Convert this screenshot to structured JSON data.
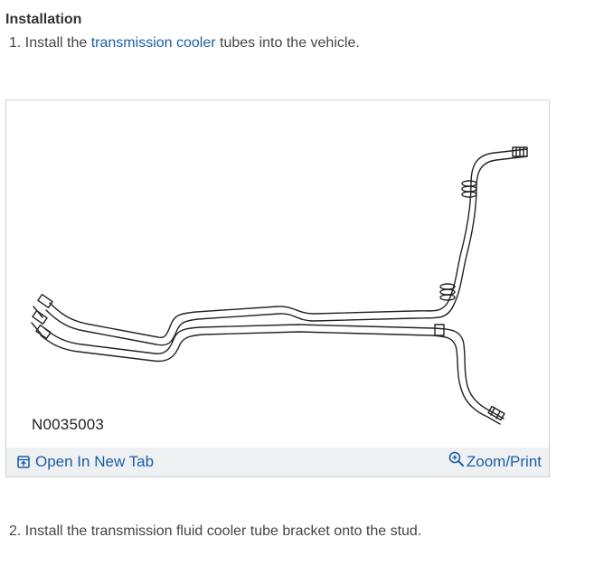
{
  "section": {
    "heading": "Installation"
  },
  "steps": [
    {
      "number": "1.",
      "text_before": "Install the",
      "link_text": "transmission cooler",
      "text_after": "tubes into the vehicle."
    },
    {
      "number": "2.",
      "text": "Install the transmission fluid cooler tube bracket onto the stud."
    }
  ],
  "figure": {
    "id_label": "N0035003",
    "open_tab_label": "Open In New Tab",
    "zoom_print_label": "Zoom/Print",
    "icons": {
      "open_tab": "open-in-new-tab-icon",
      "zoom": "zoom-in-icon"
    },
    "colors": {
      "link": "#1a5fa8",
      "toolbar_bg": "#eef0f2",
      "border": "#cfcfcf"
    }
  }
}
